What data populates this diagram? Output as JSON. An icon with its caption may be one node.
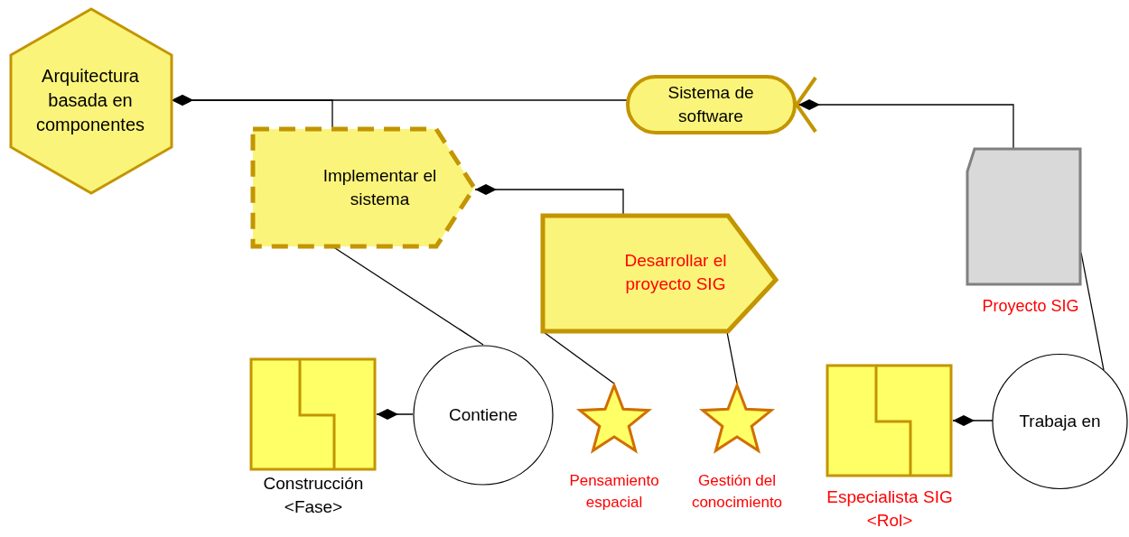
{
  "diagram": {
    "nodes": [
      {
        "text": [
          "Arquitectura basada en componentes"
        ]
      },
      {
        "text": [
          "Sistema de software"
        ]
      },
      {
        "text": [
          "Implementar el sistema"
        ]
      },
      {
        "text": [
          "Desarrollar el proyecto SIG"
        ]
      },
      {
        "text": [
          "Proyecto SIG"
        ]
      },
      {
        "text": [
          "Construcción <Fase>"
        ]
      },
      {
        "text": [
          "Contiene"
        ]
      },
      {
        "text": [
          "Pensamiento espacial"
        ]
      },
      {
        "text": [
          "Gestión del conocimiento"
        ]
      },
      {
        "text": [
          "Especialista SIG <Rol>"
        ]
      },
      {
        "text": [
          "Trabaja en"
        ]
      }
    ],
    "edges": [
      {
        "from": 0,
        "to": 1,
        "arrow": "other"
      },
      {
        "from": 0,
        "to": 2,
        "arrow": "other"
      },
      {
        "from": 2,
        "to": 3,
        "arrow": "other"
      },
      {
        "from": 1,
        "to": 4,
        "arrow": "other"
      },
      {
        "from": 2,
        "to": 6,
        "arrow": "none"
      },
      {
        "from": 5,
        "to": 6,
        "arrow": "other"
      },
      {
        "from": 3,
        "to": 7,
        "arrow": "none"
      },
      {
        "from": 3,
        "to": 8,
        "arrow": "none"
      },
      {
        "from": 4,
        "to": 10,
        "arrow": "none"
      },
      {
        "from": 9,
        "to": 10,
        "arrow": "other"
      }
    ]
  }
}
